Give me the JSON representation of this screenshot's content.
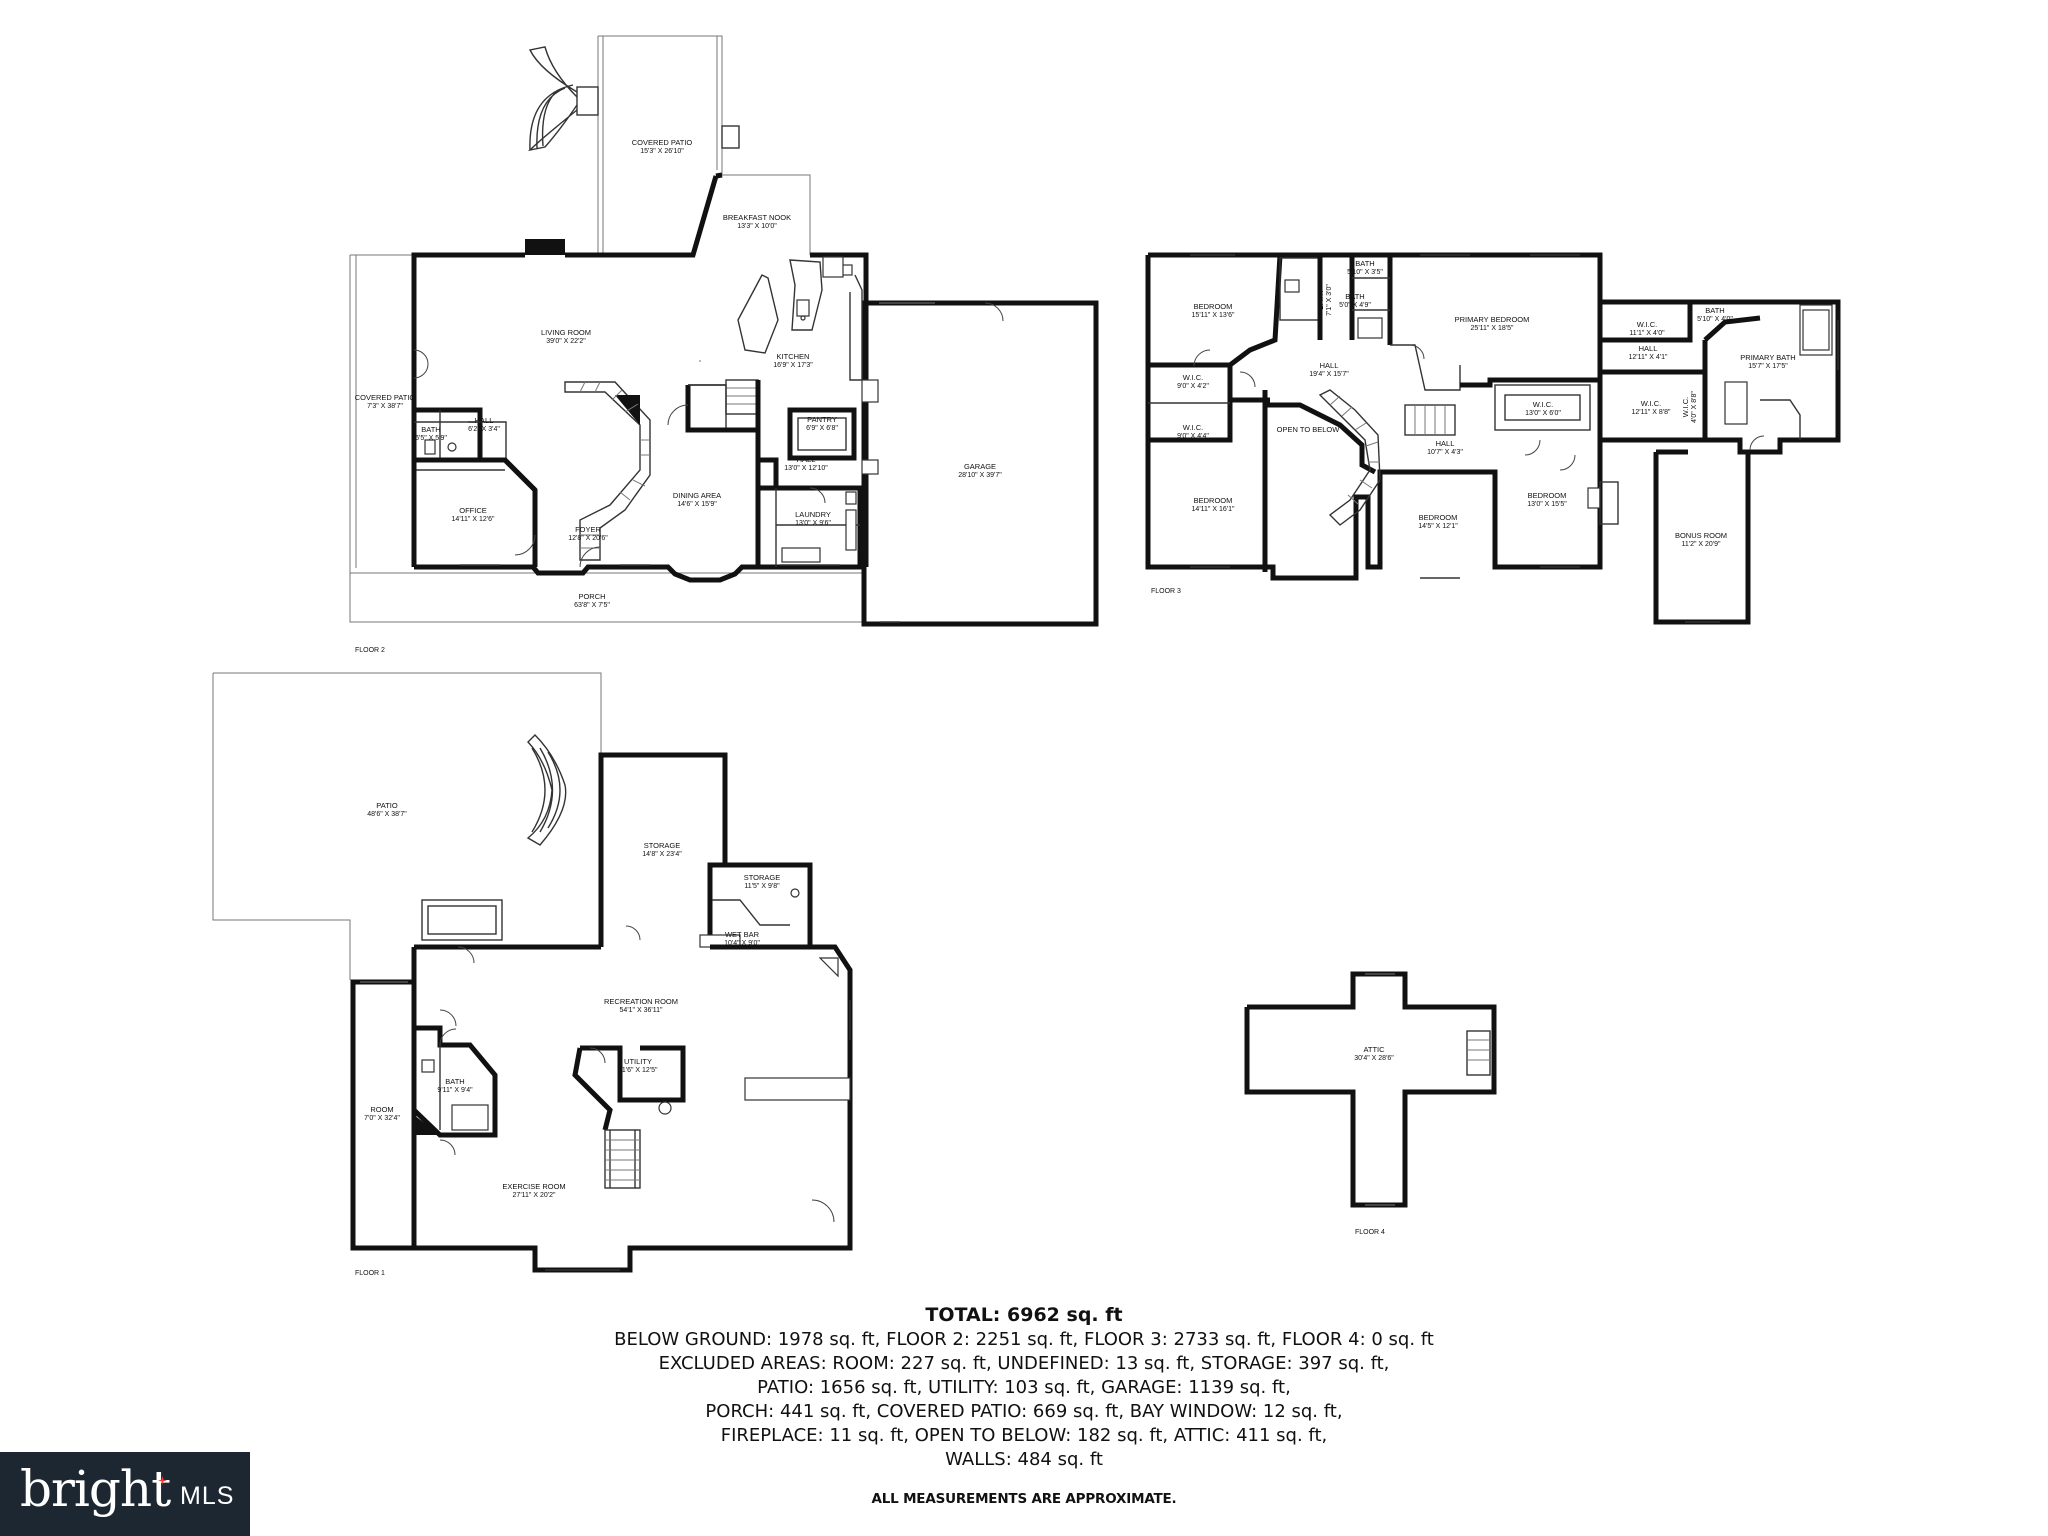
{
  "floors": {
    "floor1": {
      "label": "FLOOR 1",
      "rooms": [
        {
          "key": "patio",
          "name": "PATIO",
          "dims": "48'6\" X 38'7\""
        },
        {
          "key": "storage_a",
          "name": "STORAGE",
          "dims": "14'8\" X 23'4\""
        },
        {
          "key": "storage_b",
          "name": "STORAGE",
          "dims": "11'5\" X 9'8\""
        },
        {
          "key": "wet_bar",
          "name": "WET BAR",
          "dims": "10'4\" X 9'0\""
        },
        {
          "key": "recreation",
          "name": "RECREATION ROOM",
          "dims": "54'1\" X 36'11\""
        },
        {
          "key": "utility",
          "name": "UTILITY",
          "dims": "11'6\" X 12'5\""
        },
        {
          "key": "bath",
          "name": "BATH",
          "dims": "9'11\" X 9'4\""
        },
        {
          "key": "room",
          "name": "ROOM",
          "dims": "7'0\" X 32'4\""
        },
        {
          "key": "exercise",
          "name": "EXERCISE ROOM",
          "dims": "27'11\" X 20'2\""
        }
      ]
    },
    "floor2": {
      "label": "FLOOR 2",
      "rooms": [
        {
          "key": "covered_patio_top",
          "name": "COVERED PATIO",
          "dims": "15'3\" X 26'10\""
        },
        {
          "key": "breakfast",
          "name": "BREAKFAST NOOK",
          "dims": "13'3\" X 10'0\""
        },
        {
          "key": "living",
          "name": "LIVING ROOM",
          "dims": "39'0\" X 22'2\""
        },
        {
          "key": "kitchen",
          "name": "KITCHEN",
          "dims": "16'9\" X 17'3\""
        },
        {
          "key": "covered_patio_side",
          "name": "COVERED PATIO",
          "dims": "7'3\" X 38'7\""
        },
        {
          "key": "bath",
          "name": "BATH",
          "dims": "6'5\" X 5'9\""
        },
        {
          "key": "hall_a",
          "name": "HALL",
          "dims": "6'2\" X 3'4\""
        },
        {
          "key": "pantry",
          "name": "PANTRY",
          "dims": "6'9\" X 6'8\""
        },
        {
          "key": "hall_b",
          "name": "HALL",
          "dims": "13'0\" X 12'10\""
        },
        {
          "key": "garage",
          "name": "GARAGE",
          "dims": "28'10\" X 39'7\""
        },
        {
          "key": "office",
          "name": "OFFICE",
          "dims": "14'11\" X 12'6\""
        },
        {
          "key": "dining",
          "name": "DINING AREA",
          "dims": "14'6\" X 15'9\""
        },
        {
          "key": "laundry",
          "name": "LAUNDRY",
          "dims": "13'0\" X 9'6\""
        },
        {
          "key": "foyer",
          "name": "FOYER",
          "dims": "12'8\" X 20'6\""
        },
        {
          "key": "porch",
          "name": "PORCH",
          "dims": "63'8\" X 7'5\""
        }
      ]
    },
    "floor3": {
      "label": "FLOOR 3",
      "rooms": [
        {
          "key": "bedroom_nw",
          "name": "BEDROOM",
          "dims": "15'11\" X 13'6\""
        },
        {
          "key": "bath_a",
          "name": "BATH",
          "dims": "5'10\" X 3'5\""
        },
        {
          "key": "bath_b",
          "name": "BATH",
          "dims": "5'0\" X 4'9\""
        },
        {
          "key": "bath_c",
          "name": "BATH",
          "dims": "7'1\" X 3'0\""
        },
        {
          "key": "primary_bed",
          "name": "PRIMARY BEDROOM",
          "dims": "25'11\" X 18'5\""
        },
        {
          "key": "wic_a",
          "name": "W.I.C.",
          "dims": "11'1\" X 4'0\""
        },
        {
          "key": "bath_d",
          "name": "BATH",
          "dims": "5'10\" X 4'0\""
        },
        {
          "key": "hall_a",
          "name": "HALL",
          "dims": "12'11\" X 4'1\""
        },
        {
          "key": "primary_bath",
          "name": "PRIMARY BATH",
          "dims": "15'7\" X 17'5\""
        },
        {
          "key": "wic_b",
          "name": "W.I.C.",
          "dims": "9'0\" X 4'2\""
        },
        {
          "key": "hall_b",
          "name": "HALL",
          "dims": "19'4\" X 15'7\""
        },
        {
          "key": "wic_c",
          "name": "W.I.C.",
          "dims": "9'0\" X 4'4\""
        },
        {
          "key": "wic_d",
          "name": "W.I.C.",
          "dims": "13'0\" X 6'0\""
        },
        {
          "key": "wic_e",
          "name": "W.I.C.",
          "dims": "12'11\" X 8'8\""
        },
        {
          "key": "wic_f",
          "name": "W.I.C.",
          "dims": "4'0\" X 8'8\""
        },
        {
          "key": "open_below",
          "name": "OPEN TO BELOW",
          "dims": ""
        },
        {
          "key": "hall_c",
          "name": "HALL",
          "dims": "10'7\" X 4'3\""
        },
        {
          "key": "bedroom_sw",
          "name": "BEDROOM",
          "dims": "14'11\" X 16'1\""
        },
        {
          "key": "bedroom_s",
          "name": "BEDROOM",
          "dims": "14'5\" X 12'1\""
        },
        {
          "key": "bedroom_se",
          "name": "BEDROOM",
          "dims": "13'0\" X 15'5\""
        },
        {
          "key": "bonus",
          "name": "BONUS ROOM",
          "dims": "11'2\" X 20'9\""
        }
      ]
    },
    "floor4": {
      "label": "FLOOR 4",
      "rooms": [
        {
          "key": "attic",
          "name": "ATTIC",
          "dims": "30'4\" X 28'6\""
        }
      ]
    }
  },
  "summary": {
    "total": "TOTAL: 6962 sq. ft",
    "lines": [
      "BELOW GROUND: 1978 sq. ft, FLOOR 2: 2251 sq. ft, FLOOR 3: 2733 sq. ft, FLOOR 4: 0 sq. ft",
      "EXCLUDED AREAS: ROOM: 227 sq. ft, UNDEFINED: 13 sq. ft, STORAGE: 397 sq. ft,",
      "PATIO: 1656 sq. ft, UTILITY: 103 sq. ft, GARAGE: 1139 sq. ft,",
      "PORCH: 441 sq. ft, COVERED PATIO: 669 sq. ft, BAY WINDOW: 12 sq. ft,",
      "FIREPLACE: 11 sq. ft, OPEN TO BELOW: 182 sq. ft, ATTIC: 411 sq. ft,",
      "WALLS: 484 sq. ft"
    ],
    "note": "ALL MEASUREMENTS ARE APPROXIMATE."
  },
  "logo": {
    "brand": "bright",
    "suffix": "MLS",
    "accent_color": "#e0403a"
  }
}
